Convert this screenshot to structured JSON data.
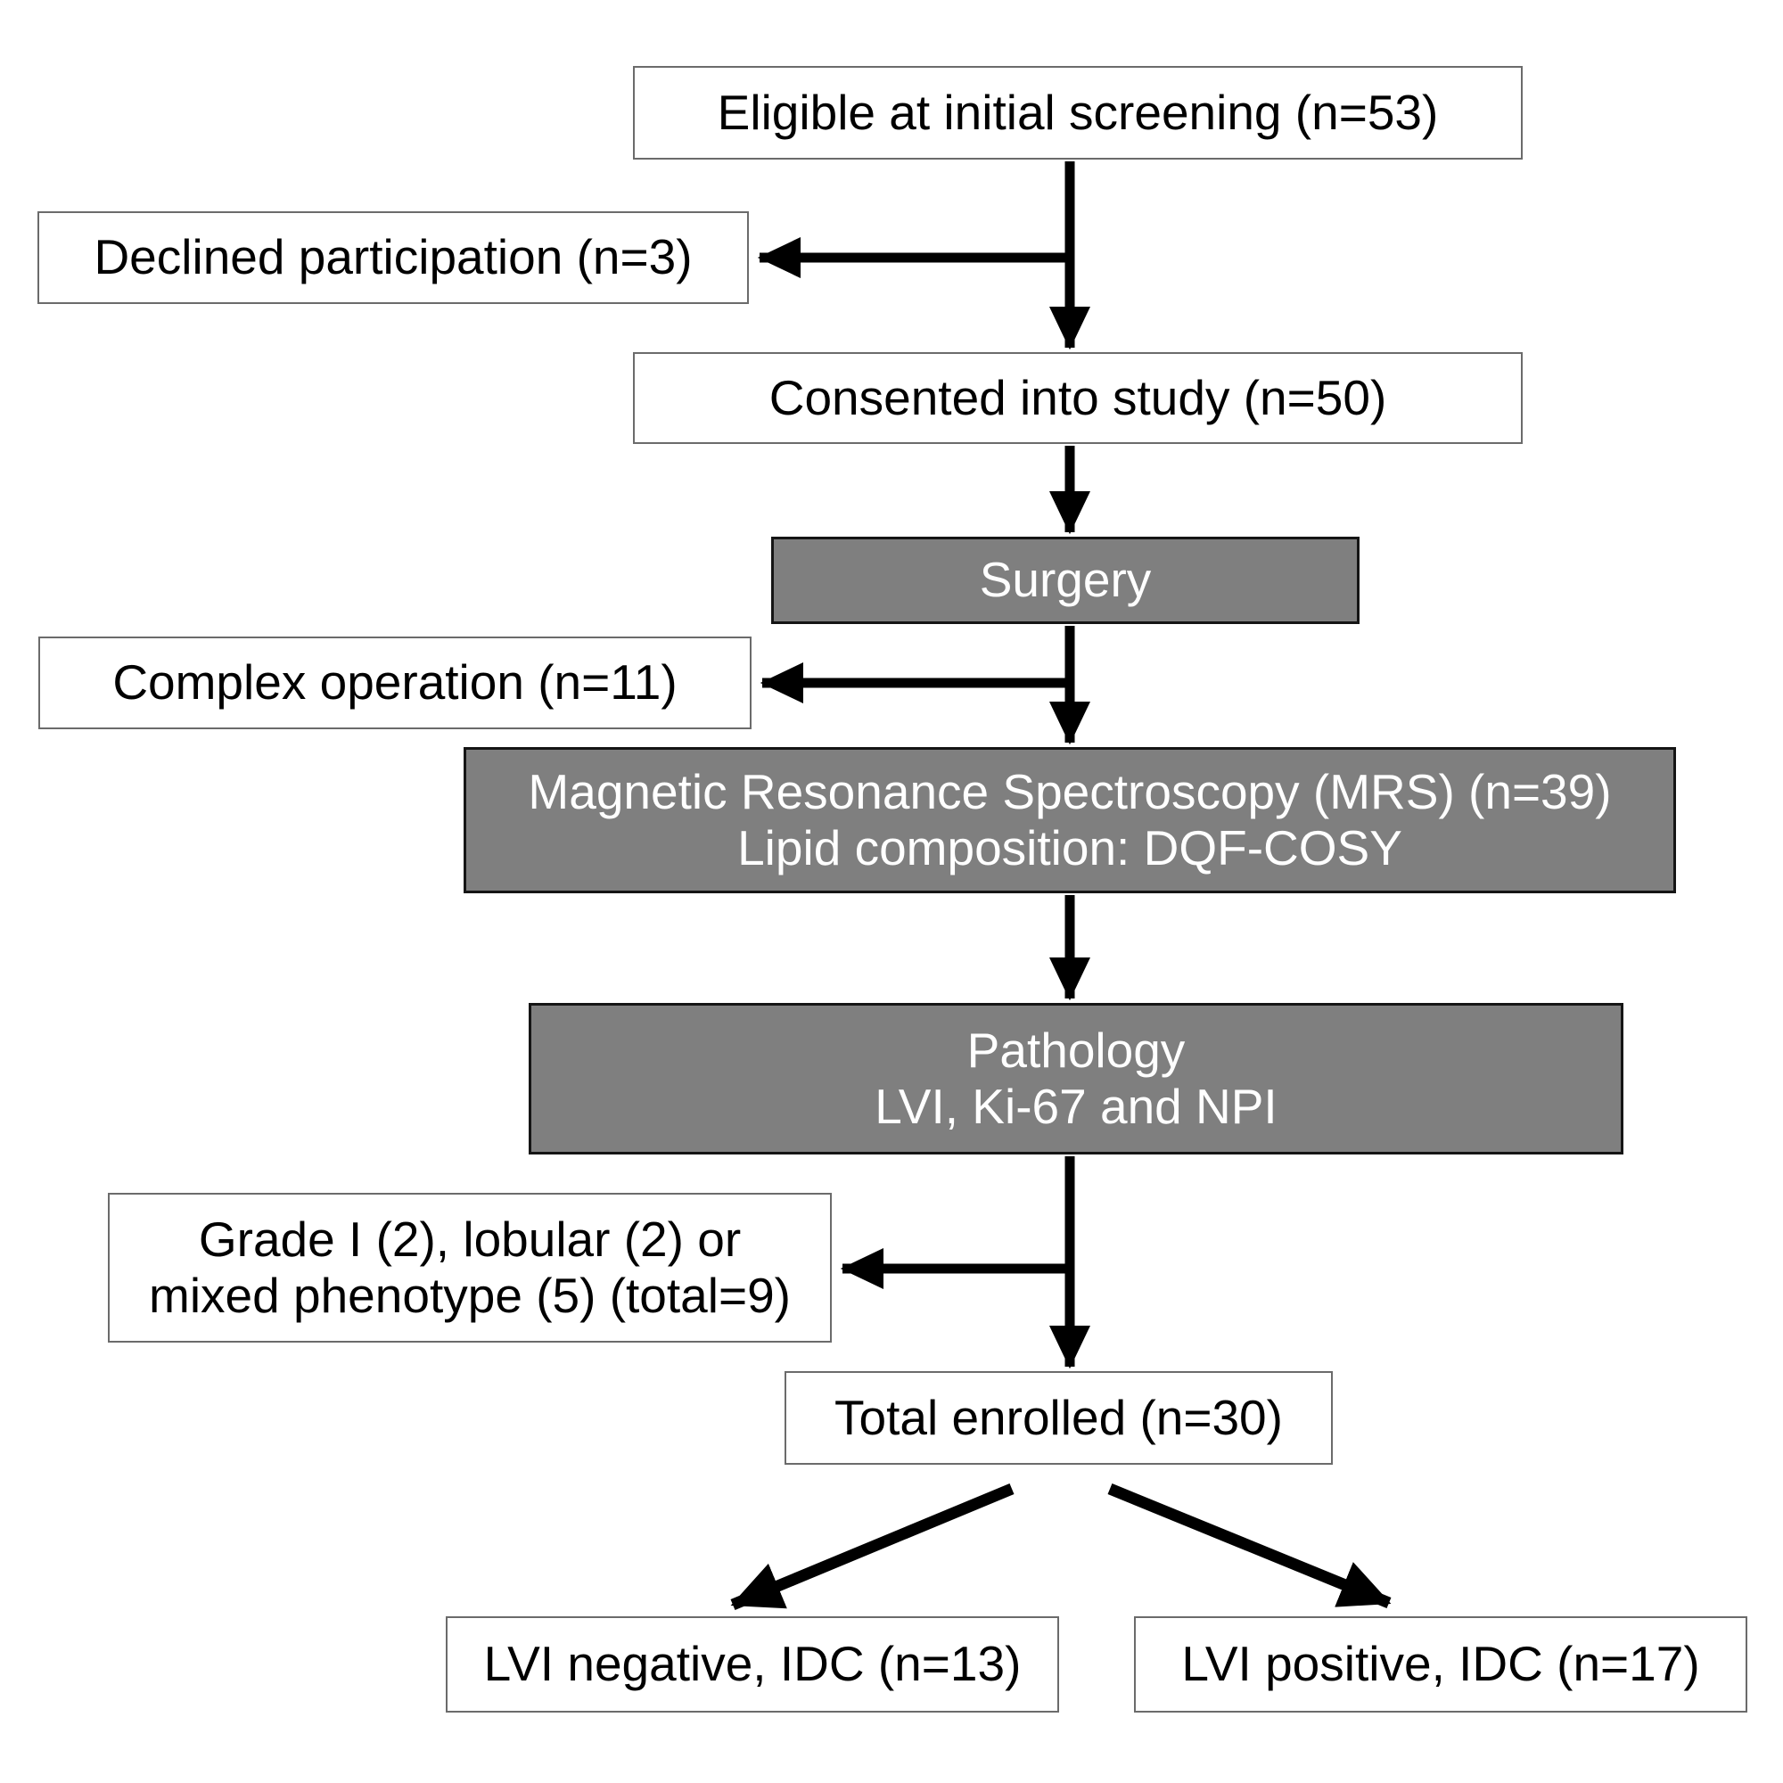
{
  "diagram": {
    "type": "study-flowchart",
    "colors": {
      "background": "#ffffff",
      "white_box_fill": "#ffffff",
      "white_box_border": "#6b6b6b",
      "gray_box_fill": "#7f7f7f",
      "gray_box_border": "#151515",
      "dark_text": "#000000",
      "light_text": "#ffffff",
      "arrow": "#000000"
    },
    "nodes": {
      "eligible": {
        "label": "Eligible at initial screening (n=53)"
      },
      "declined": {
        "label": "Declined participation (n=3)"
      },
      "consented": {
        "label": "Consented into study (n=50)"
      },
      "surgery": {
        "label": "Surgery"
      },
      "complex_operation": {
        "label": "Complex operation (n=11)"
      },
      "mrs": {
        "line1": "Magnetic Resonance Spectroscopy (MRS) (n=39)",
        "line2": "Lipid composition: DQF-COSY"
      },
      "pathology": {
        "line1": "Pathology",
        "line2": "LVI, Ki-67 and NPI"
      },
      "excluded_pathology": {
        "line1": "Grade I (2), lobular (2) or",
        "line2": "mixed phenotype (5) (total=9)"
      },
      "total_enrolled": {
        "label": "Total enrolled (n=30)"
      },
      "lvi_negative": {
        "label": "LVI negative, IDC (n=13)"
      },
      "lvi_positive": {
        "label": "LVI positive, IDC (n=17)"
      }
    }
  }
}
